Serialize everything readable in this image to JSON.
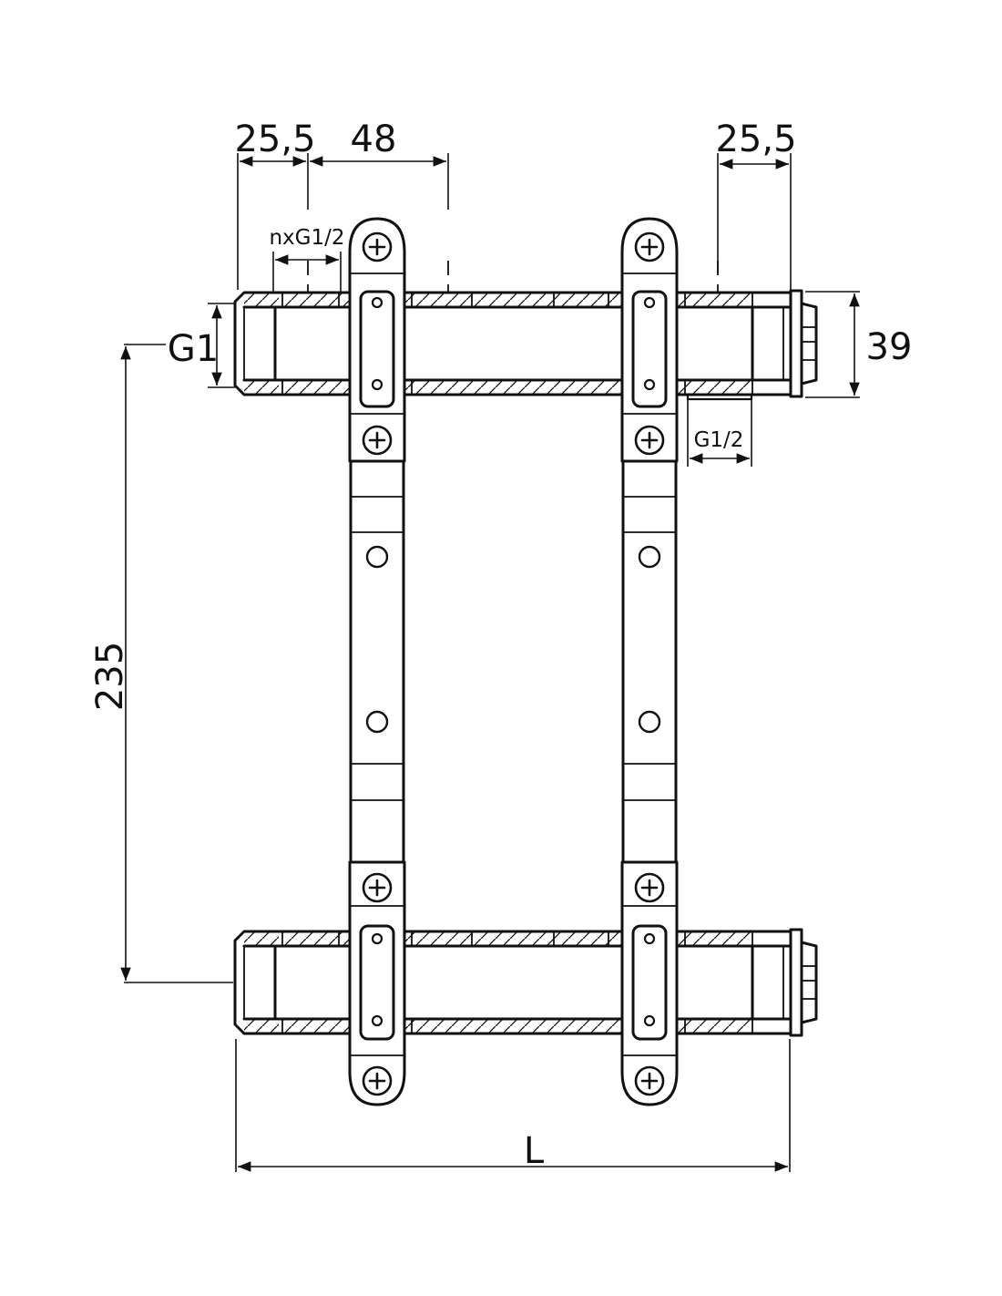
{
  "dimensions": {
    "top_left_offset": "25,5",
    "top_spacing": "48",
    "top_right_offset": "25,5",
    "outlet_thread": "nxG1/2",
    "inlet_thread": "G1",
    "height": "39",
    "side_thread": "G1/2",
    "vertical_distance": "235",
    "length": "L"
  }
}
